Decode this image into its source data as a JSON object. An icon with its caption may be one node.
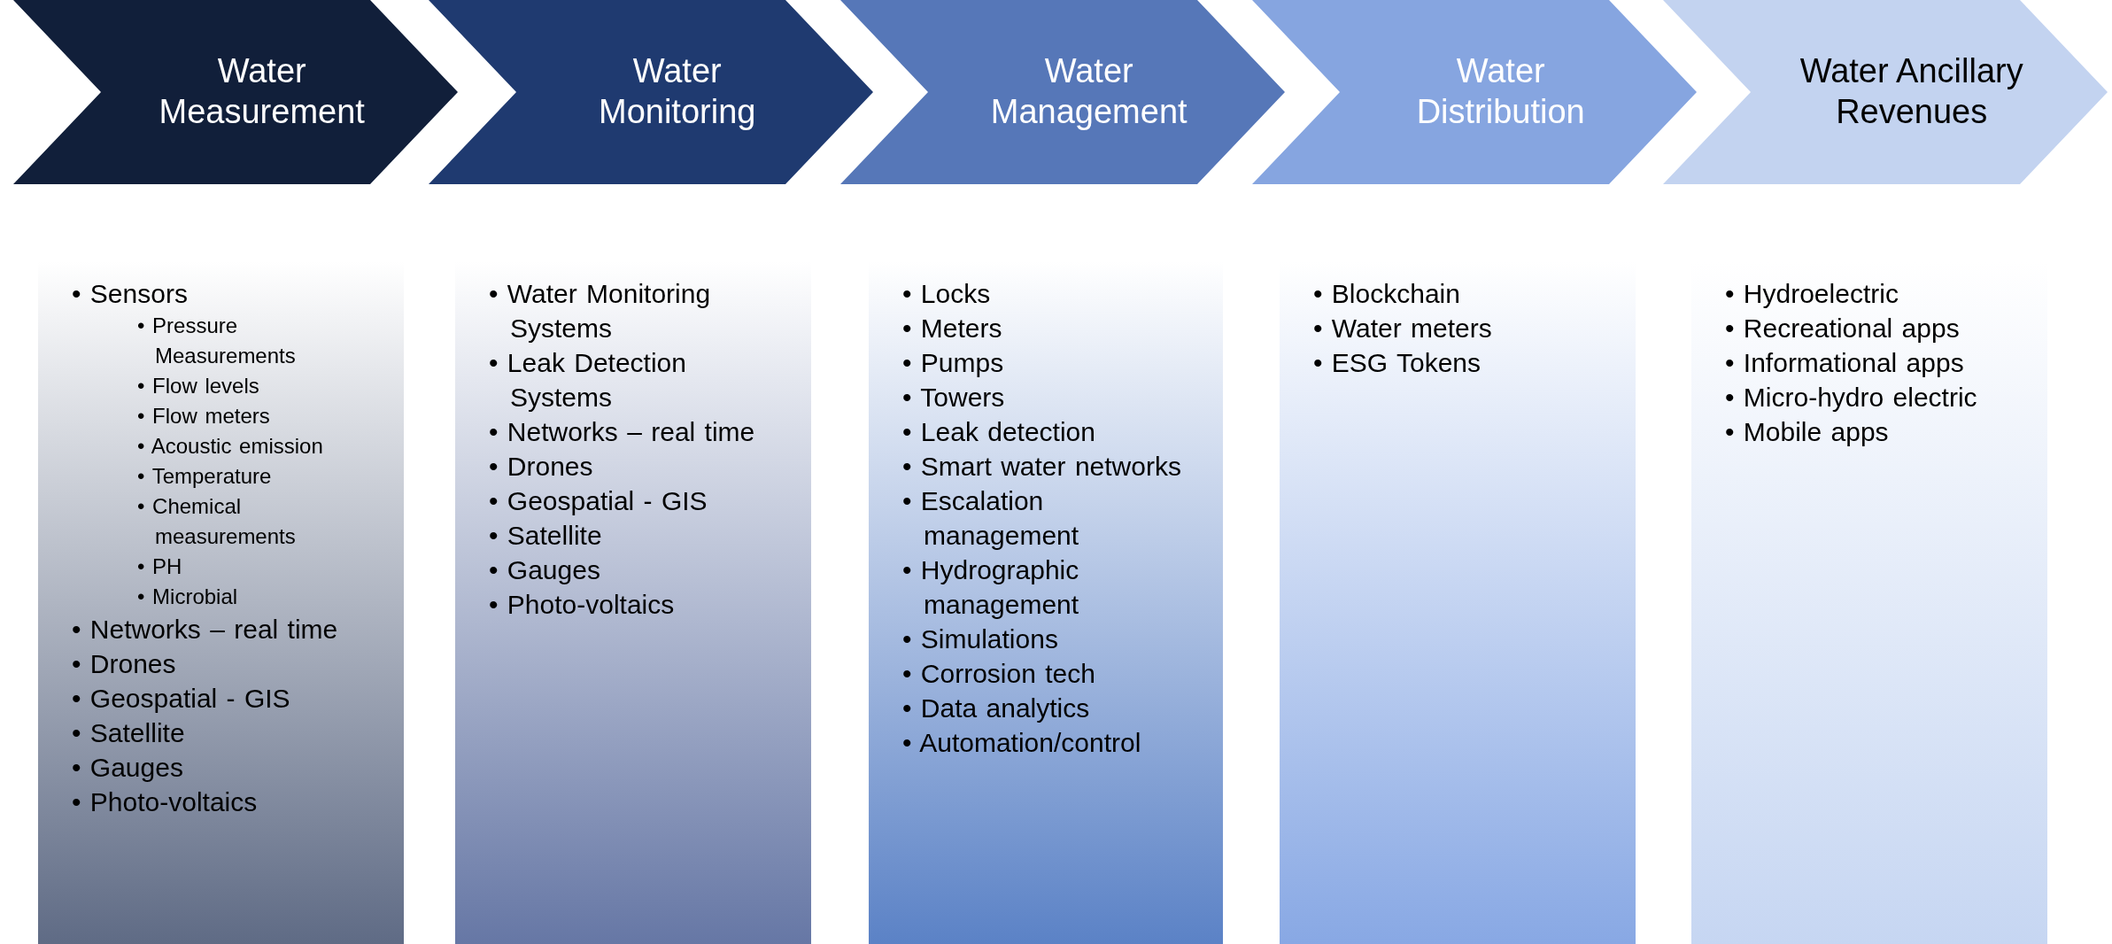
{
  "diagram": {
    "nodes": [
      {
        "text": [
          "Water Measurement"
        ]
      },
      {
        "text": [
          "Water Monitoring"
        ]
      },
      {
        "text": [
          "Water Management"
        ]
      },
      {
        "text": [
          "Water Distribution"
        ]
      },
      {
        "text": [
          "Water Ancillary Revenues"
        ]
      },
      {
        "text": [
          "• Sensors",
          "• Pressure Measurements",
          "• Flow levels",
          "• Flow meters",
          "• Acoustic emission",
          "• Temperature",
          "• Chemical measurements",
          "• PH",
          "• Microbial",
          "• Networks – real time",
          "• Drones",
          "• Geospatial - GIS",
          "• Satellite",
          "• Gauges",
          "• Photo-voltaics"
        ]
      },
      {
        "text": [
          "• Water Monitoring Systems",
          "• Leak Detection Systems",
          "• Networks – real time",
          "• Drones",
          "• Geospatial - GIS",
          "• Satellite",
          "• Gauges",
          "• Photo-voltaics"
        ]
      },
      {
        "text": [
          "• Locks",
          "• Meters",
          "• Pumps",
          "• Towers",
          "• Leak detection",
          "• Smart water networks",
          "• Escalation management",
          "• Hydrographic management",
          "• Simulations",
          "• Corrosion tech",
          "• Data analytics",
          "• Automation/control"
        ]
      },
      {
        "text": [
          "• Blockchain",
          "• Water meters",
          "• ESG Tokens"
        ]
      },
      {
        "text": [
          "• Hydroelectric",
          "• Recreational apps",
          "• Informational apps",
          "• Micro-hydro electric",
          "• Mobile apps"
        ]
      }
    ]
  }
}
